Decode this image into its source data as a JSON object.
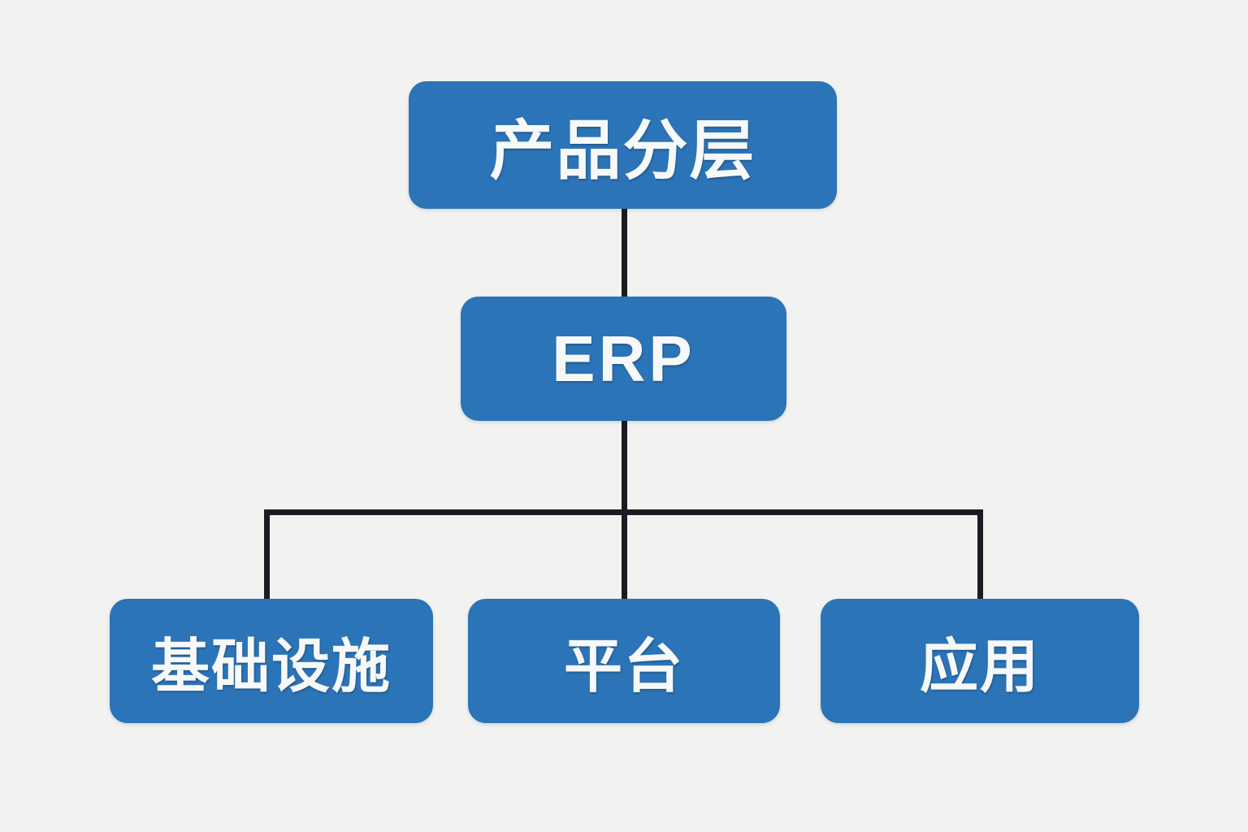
{
  "diagram": {
    "title": "产品分层",
    "type": "org-tree",
    "background_color": "#f2f2f1",
    "node_color": "#2b74b8",
    "node_text_color": "#f7f8f8",
    "connector_color": "#1b1b24",
    "nodes": {
      "root": {
        "label": "产品分层"
      },
      "middle": {
        "label": "ERP"
      },
      "children": [
        {
          "label": "基础设施"
        },
        {
          "label": "平台"
        },
        {
          "label": "应用"
        }
      ]
    }
  }
}
